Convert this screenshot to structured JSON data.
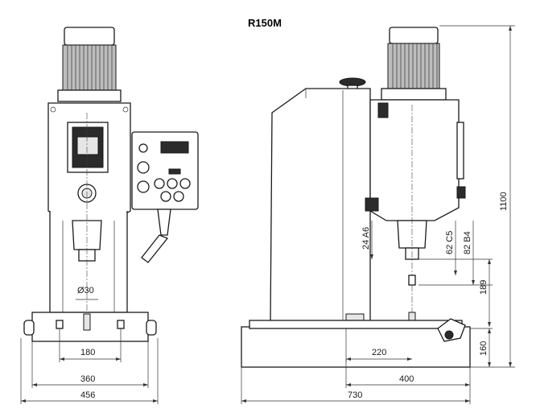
{
  "title": "R150M",
  "front_view": {
    "dims": {
      "spindle_diameter": "Ø30",
      "width_180": "180",
      "width_360": "360",
      "width_456": "456"
    }
  },
  "side_view": {
    "dims": {
      "height_1100": "1100",
      "depth_220": "220",
      "depth_400": "400",
      "depth_730": "730",
      "base_160": "160",
      "stroke_189": "189",
      "chuck_24_A6": "24 A6",
      "chuck_62_C5": "62 C5",
      "chuck_82_B4": "82 B4"
    }
  },
  "colors": {
    "line": "#1a1a1a",
    "dark_fill": "#2b2b2b",
    "background": "#ffffff"
  }
}
